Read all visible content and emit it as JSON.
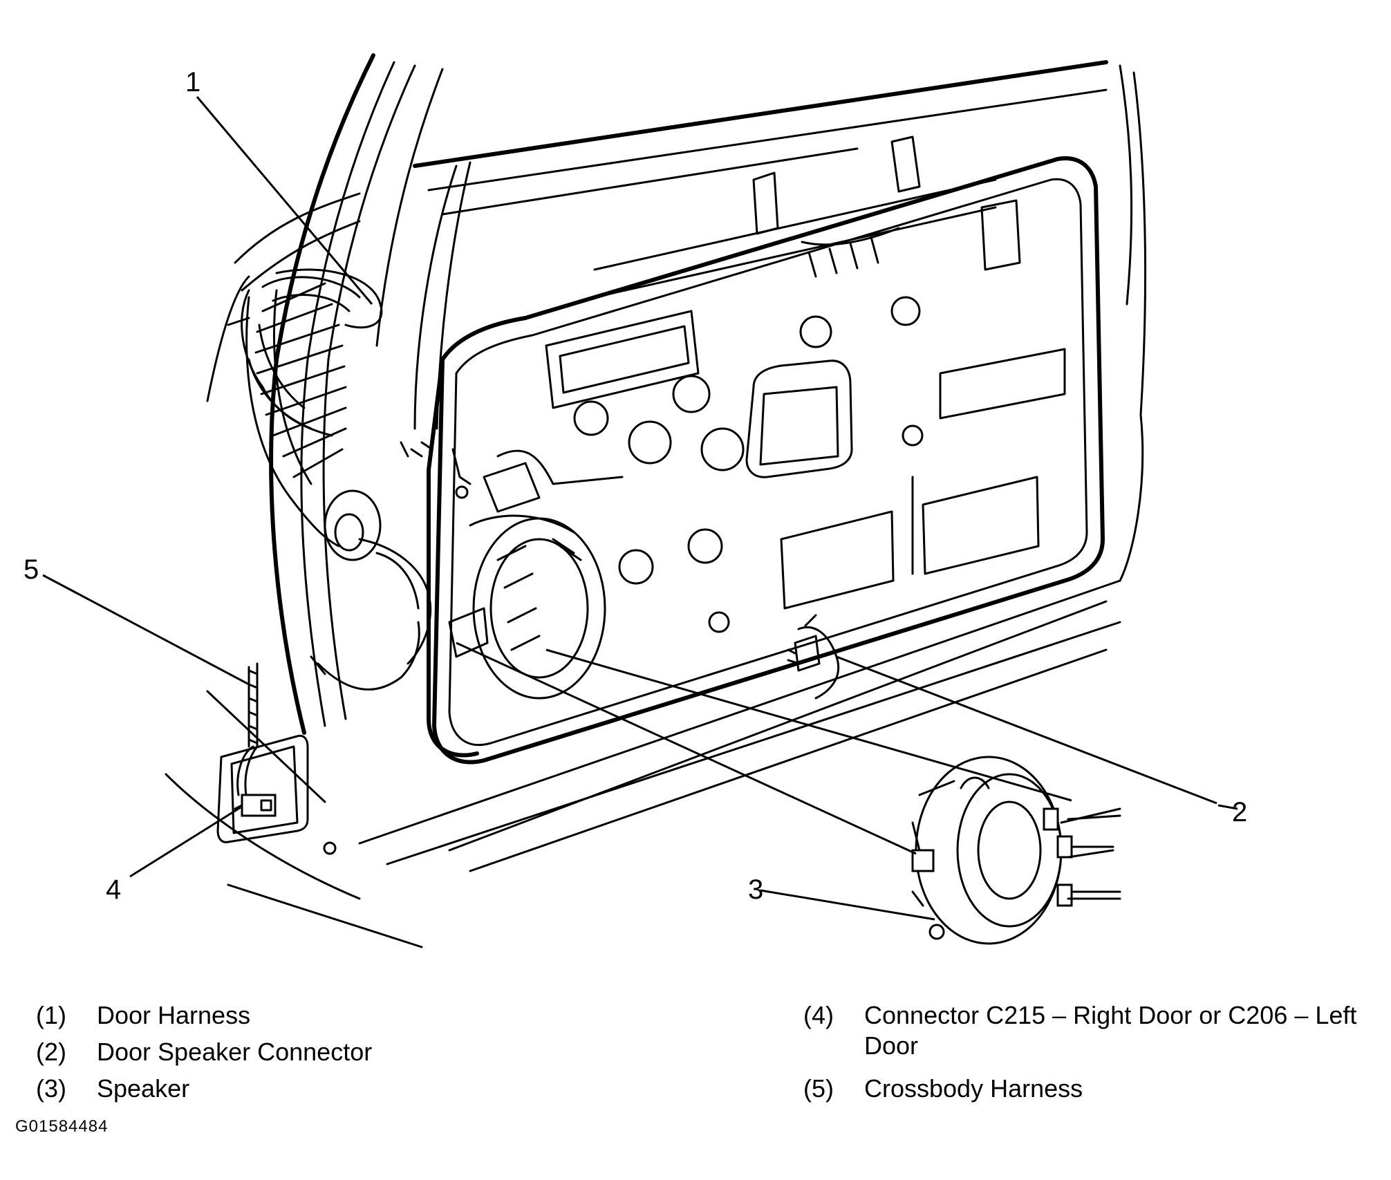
{
  "callouts": [
    {
      "id": "1",
      "text": "1"
    },
    {
      "id": "2",
      "text": "2"
    },
    {
      "id": "3",
      "text": "3"
    },
    {
      "id": "4",
      "text": "4"
    },
    {
      "id": "5",
      "text": "5"
    }
  ],
  "legend": [
    {
      "num": "(1)",
      "label": "Door Harness"
    },
    {
      "num": "(2)",
      "label": "Door Speaker Connector"
    },
    {
      "num": "(3)",
      "label": "Speaker"
    },
    {
      "num": "(4)",
      "label": "Connector C215 – Right Door or C206 – Left Door"
    },
    {
      "num": "(5)",
      "label": "Crossbody Harness"
    }
  ],
  "figure_id": "G01584484"
}
